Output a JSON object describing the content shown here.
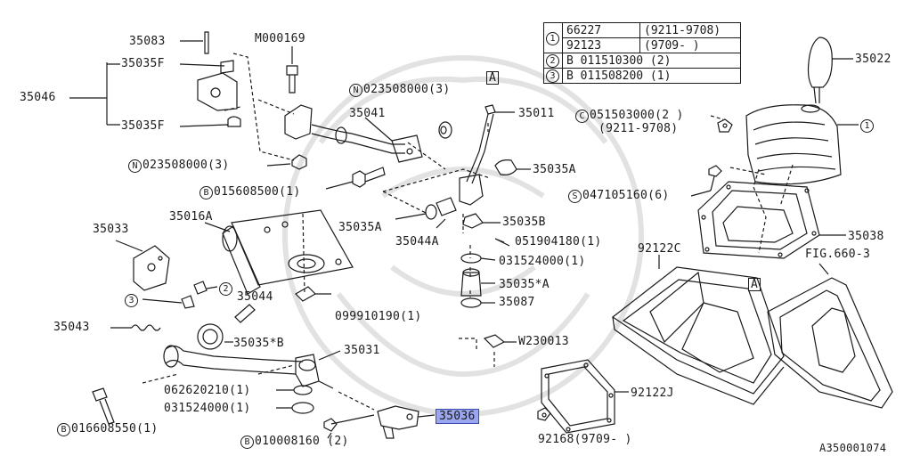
{
  "diagram": {
    "doc_id": "A350001074",
    "highlighted_part": "35036",
    "legend": [
      {
        "index": "1",
        "code": "66227",
        "range": "(9211-9708)"
      },
      {
        "index": "",
        "code": "92123",
        "range": "(9709-      )"
      },
      {
        "index": "2",
        "code": "B 011510300 (2)",
        "range": ""
      },
      {
        "index": "3",
        "code": "B 011508200 (1)",
        "range": ""
      }
    ],
    "callouts": {
      "p35083": "35083",
      "p35035F_top": "35035F",
      "p35046": "35046",
      "p35035F_bottom": "35035F",
      "pM000169": "M000169",
      "pN_top_prefix": "N",
      "pN_top": "023508000(3)",
      "p35041": "35041",
      "pN_left_prefix": "N",
      "pN_left": "023508000(3)",
      "pB_015608500_prefix": "B",
      "pB_015608500": "015608500(1)",
      "pA_top": "A",
      "p35011": "35011",
      "p35035A_right": "35035A",
      "p35035A_left": "35035A",
      "p35035B": "35035B",
      "p35044A": "35044A",
      "p051904180": "051904180(1)",
      "p031524000_mid": "031524000(1)",
      "p35035starA": "35035*A",
      "p35087": "35087",
      "p35016A": "35016A",
      "p35033": "35033",
      "p35044": "35044",
      "p099910190": "099910190(1)",
      "p35043": "35043",
      "p35035starB": "35035*B",
      "p35031": "35031",
      "pW230013": "W230013",
      "p062620210": "062620210(1)",
      "p031524000_low": "031524000(1)",
      "p35036": "35036",
      "pB_016608550_prefix": "B",
      "pB_016608550": "016608550(1)",
      "pB_010008160_prefix": "B",
      "pB_010008160": "010008160 (2)",
      "p92168": "92168(9709-     )",
      "p92122J": "92122J",
      "p92122C": "92122C",
      "pFIG": "FIG.660-3",
      "pA_bottom": "A",
      "p35038": "35038",
      "pS_prefix": "S",
      "pS047105160": "047105160(6)",
      "pC_prefix": "C",
      "pC051503000": "051503000(2  )",
      "pC_range": "(9211-9708)",
      "p35022": "35022",
      "p1_callout": "1",
      "p2_callout": "2",
      "p3_callout": "3"
    },
    "icons": [
      "watermark-emblem"
    ],
    "colors": {
      "line": "#1a1a1a",
      "highlight": "#9aa6ee",
      "watermark": "#d9d9d9"
    }
  }
}
